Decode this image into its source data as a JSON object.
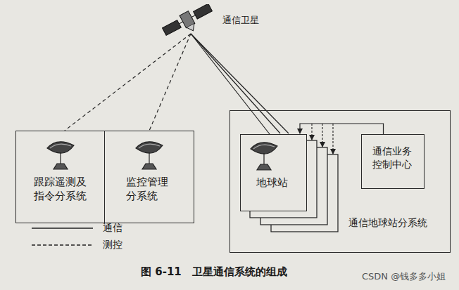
{
  "diagram": {
    "caption": "图 6-11　卫星通信系统的组成",
    "nodes": [
      {
        "text": [
          "通信卫星"
        ]
      },
      {
        "text": [
          "跟踪遥测及指令分系统"
        ]
      },
      {
        "text": [
          "监控管理分系统"
        ]
      },
      {
        "text": [
          "通信地球站分系统"
        ]
      },
      {
        "text": [
          "地球站"
        ],
        "in": 3
      },
      {
        "text": [
          "通信业务控制中心"
        ],
        "in": 3
      }
    ],
    "edges": [
      {
        "from": 0,
        "to": 1,
        "arrow": "none"
      },
      {
        "from": 0,
        "to": 2,
        "arrow": "none"
      },
      {
        "from": 0,
        "to": 4,
        "arrow": "none"
      },
      {
        "from": 5,
        "to": 4,
        "arrow": "to"
      }
    ],
    "labels": [
      "CSDN @钱多多小姐"
    ],
    "legend": [
      {
        "text": "通信"
      },
      {
        "text": "测控"
      }
    ]
  }
}
